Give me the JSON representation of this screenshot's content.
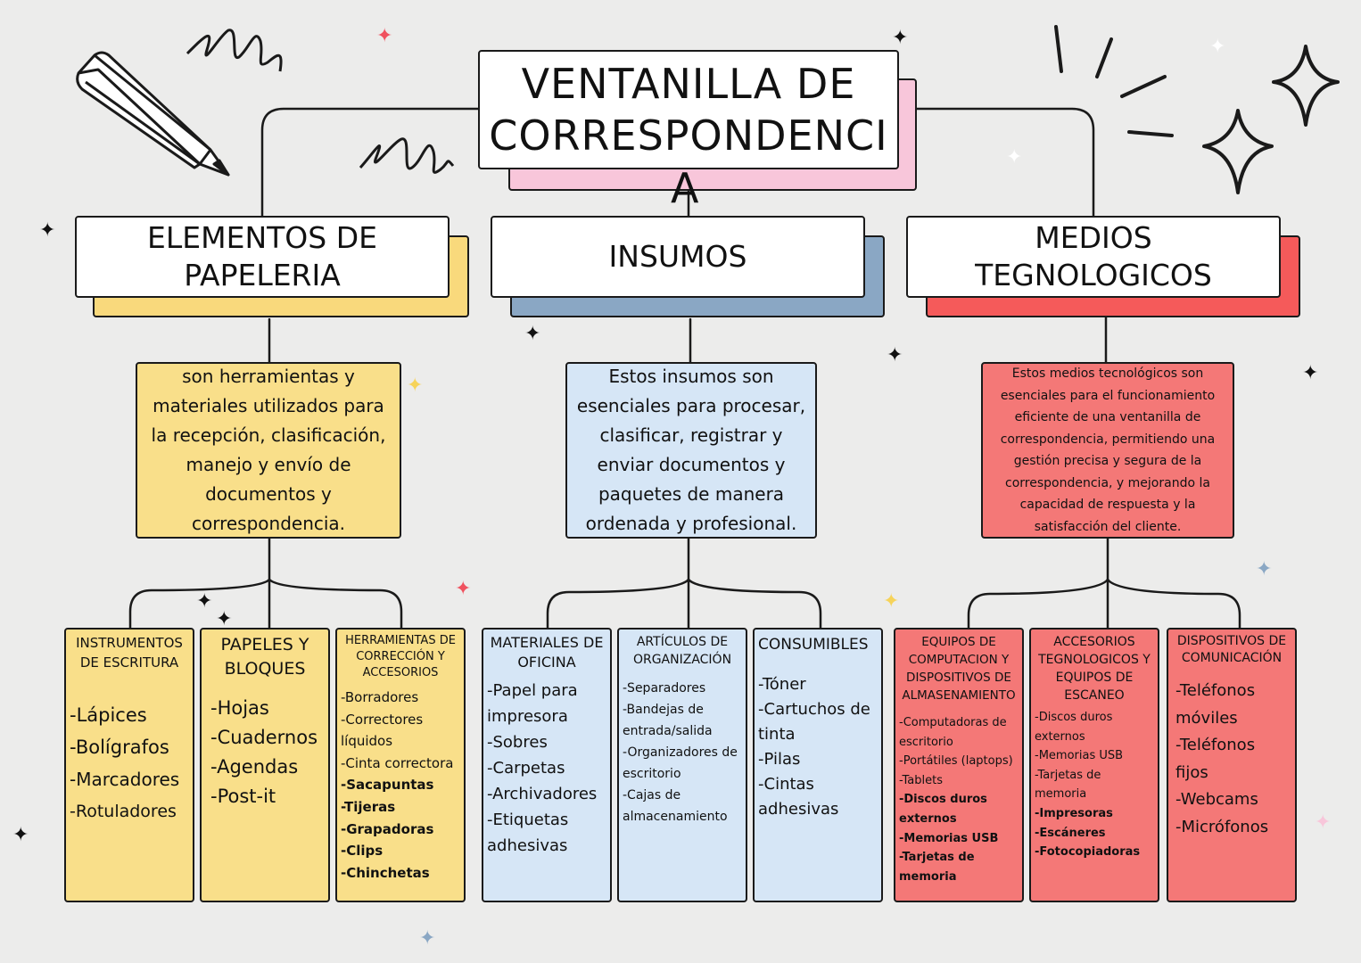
{
  "title": "VENTANILLA DE CORRESPONDENCIA",
  "title_lines": [
    "VENTANILLA DE",
    "CORRESPONDENCI"
  ],
  "title_overflow": "A",
  "categories": [
    {
      "id": "papeleria",
      "label_lines": [
        "ELEMENTOS DE",
        "PAPELERIA"
      ],
      "color": "#f9df8a",
      "description": "son herramientas y materiales utilizados para la recepción, clasificación, manejo y envío de documentos y correspondencia.",
      "leaves": [
        {
          "title": "INSTRUMENTOS DE ESCRITURA",
          "items": [
            {
              "text": "-Lápices",
              "bold": false
            },
            {
              "text": "-Bolígrafos",
              "bold": false
            },
            {
              "text": "-Marcadores",
              "bold": false
            },
            {
              "text": "-Rotuladores",
              "bold": false
            }
          ]
        },
        {
          "title": "PAPELES Y BLOQUES",
          "items": [
            {
              "text": "-Hojas",
              "bold": false
            },
            {
              "text": "-Cuadernos",
              "bold": false
            },
            {
              "text": "-Agendas",
              "bold": false
            },
            {
              "text": "-Post-it",
              "bold": false
            }
          ]
        },
        {
          "title": "HERRAMIENTAS DE CORRECCIÓN Y ACCESORIOS",
          "items": [
            {
              "text": "-Borradores",
              "bold": false
            },
            {
              "text": "-Correctores líquidos",
              "bold": false
            },
            {
              "text": "-Cinta correctora",
              "bold": false
            },
            {
              "text": "-Sacapuntas",
              "bold": true
            },
            {
              "text": "-Tijeras",
              "bold": true
            },
            {
              "text": "-Grapadoras",
              "bold": true
            },
            {
              "text": "-Clips",
              "bold": true
            },
            {
              "text": "-Chinchetas",
              "bold": true
            }
          ]
        }
      ]
    },
    {
      "id": "insumos",
      "label_lines": [
        "INSUMOS"
      ],
      "color": "#d6e6f6",
      "description": "Estos insumos son esenciales para procesar, clasificar, registrar y enviar documentos y paquetes de manera ordenada y profesional.",
      "leaves": [
        {
          "title": "MATERIALES DE OFICINA",
          "items": [
            {
              "text": "-Papel para impresora",
              "bold": false
            },
            {
              "text": "-Sobres",
              "bold": false
            },
            {
              "text": "-Carpetas",
              "bold": false
            },
            {
              "text": "-Archivadores",
              "bold": false
            },
            {
              "text": "-Etiquetas adhesivas",
              "bold": false
            }
          ]
        },
        {
          "title": "ARTÍCULOS DE ORGANIZACIÓN",
          "items": [
            {
              "text": "-Separadores",
              "bold": false
            },
            {
              "text": "-Bandejas de entrada/salida",
              "bold": false
            },
            {
              "text": "-Organizadores de escritorio",
              "bold": false
            },
            {
              "text": "-Cajas de almacenamiento",
              "bold": false
            }
          ]
        },
        {
          "title": "CONSUMIBLES",
          "items": [
            {
              "text": "-Tóner",
              "bold": false
            },
            {
              "text": "-Cartuchos de tinta",
              "bold": false
            },
            {
              "text": "-Pilas",
              "bold": false
            },
            {
              "text": "-Cintas adhesivas",
              "bold": false
            }
          ]
        }
      ]
    },
    {
      "id": "medios",
      "label_lines": [
        "MEDIOS",
        "TEGNOLOGICOS"
      ],
      "color": "#f47877",
      "description": "Estos medios tecnológicos son esenciales para el funcionamiento eficiente de una ventanilla de correspondencia, permitiendo una gestión precisa y segura de la correspondencia, y mejorando la capacidad de respuesta y la satisfacción del cliente.",
      "leaves": [
        {
          "title": "EQUIPOS DE COMPUTACION Y DISPOSITIVOS DE ALMASENAMIENTO",
          "items": [
            {
              "text": "-Computadoras de escritorio",
              "bold": false
            },
            {
              "text": "-Portátiles (laptops)",
              "bold": false
            },
            {
              "text": "-Tablets",
              "bold": false
            },
            {
              "text": "-Discos duros externos",
              "bold": true
            },
            {
              "text": "-Memorias USB",
              "bold": true
            },
            {
              "text": "-Tarjetas de memoria",
              "bold": true
            }
          ]
        },
        {
          "title": "ACCESORIOS TEGNOLOGICOS Y EQUIPOS DE ESCANEO",
          "items": [
            {
              "text": "-Discos duros externos",
              "bold": false
            },
            {
              "text": "-Memorias USB",
              "bold": false
            },
            {
              "text": "-Tarjetas de memoria",
              "bold": false
            },
            {
              "text": "-Impresoras",
              "bold": true
            },
            {
              "text": "-Escáneres",
              "bold": true
            },
            {
              "text": "-Fotocopiadoras",
              "bold": true
            }
          ]
        },
        {
          "title": "DISPOSITIVOS DE COMUNICACIÓN",
          "items": [
            {
              "text": "-Teléfonos móviles",
              "bold": false
            },
            {
              "text": "-Teléfonos fijos",
              "bold": false
            },
            {
              "text": "-Webcams",
              "bold": false
            },
            {
              "text": "-Micrófonos",
              "bold": false
            }
          ]
        }
      ]
    }
  ],
  "colors": {
    "title_shadow": "#f8c6da",
    "papeleria_shadow": "#f9d97c",
    "insumos_shadow": "#8aa7c4",
    "medios_shadow": "#f55a5a",
    "line": "#1a1a1a",
    "background": "#ececeb"
  },
  "decorations": [
    "pencil-icon",
    "spiral-doodle",
    "sparkle-icon",
    "star-icon"
  ]
}
